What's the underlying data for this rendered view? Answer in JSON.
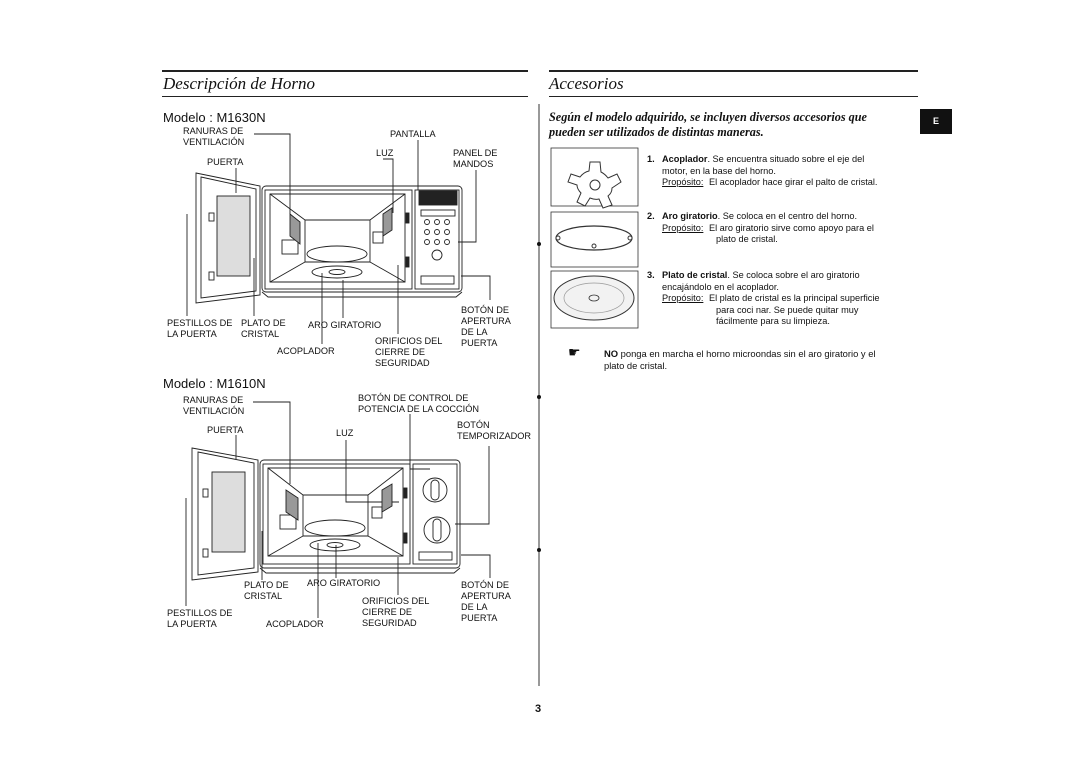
{
  "left_section": {
    "title": "Descripción de Horno",
    "model1": {
      "title": "Modelo : M1630N",
      "labels": {
        "ventilacion": "RANURAS DE\nVENTILACIÓN",
        "puerta": "PUERTA",
        "pantalla": "PANTALLA",
        "luz": "LUZ",
        "panel": "PANEL DE\nMANDOS",
        "pestillos": "PESTILLOS DE\nLA PUERTA",
        "plato": "PLATO DE\nCRISTAL",
        "aro": "ARO GIRATORIO",
        "acoplador": "ACOPLADOR",
        "orificios": "ORIFICIOS DEL\nCIERRE DE\nSEGURIDAD",
        "boton_apertura": "BOTÓN DE\nAPERTURA\nDE LA\nPUERTA"
      }
    },
    "model2": {
      "title": "Modelo : M1610N",
      "labels": {
        "ventilacion": "RANURAS DE\nVENTILACIÓN",
        "puerta": "PUERTA",
        "luz": "LUZ",
        "boton_control": "BOTÓN DE CONTROL DE\nPOTENCIA DE LA COCCIÓN",
        "boton_temp": "BOTÓN\nTEMPORIZADOR",
        "plato": "PLATO DE\nCRISTAL",
        "aro": "ARO GIRATORIO",
        "pestillos": "PESTILLOS DE\nLA PUERTA",
        "acoplador": "ACOPLADOR",
        "orificios": "ORIFICIOS DEL\nCIERRE DE\nSEGURIDAD",
        "boton_apertura": "BOTÓN DE\nAPERTURA\nDE LA\nPUERTA"
      }
    }
  },
  "right_section": {
    "title": "Accesorios",
    "intro": "Según el modelo adquirido, se incluyen diversos accesorios que pueden ser utilizados de distintas maneras.",
    "badge": "E",
    "items": [
      {
        "num": "1.",
        "name": "Acoplador",
        "desc1": ". Se encuentra situado sobre el eje del",
        "desc2": "motor, en la base del horno.",
        "purpose_label": "Propósito:",
        "purpose1": "El acoplador hace girar el palto de cristal.",
        "purpose2": ""
      },
      {
        "num": "2.",
        "name": "Aro giratorio",
        "desc1": ". Se coloca en el centro del horno.",
        "desc2": "",
        "purpose_label": "Propósito:",
        "purpose1": "El aro giratorio sirve como apoyo para el",
        "purpose2": "plato de cristal."
      },
      {
        "num": "3.",
        "name": "Plato de cristal",
        "desc1": ". Se coloca sobre el aro giratorio",
        "desc2": "encajándolo en el acoplador.",
        "purpose_label": "Propósito:",
        "purpose1": "El plato de cristal es la principal superficie",
        "purpose2": "para coci nar. Se puede quitar muy",
        "purpose3": "fácilmente para su limpieza."
      }
    ],
    "note_bold": "NO",
    "note_rest": " ponga en marcha el horno microondas sin el aro giratorio y el",
    "note_line2": "plato de cristal.",
    "note_icon": "pointing-hand-icon"
  },
  "page_number": "3"
}
